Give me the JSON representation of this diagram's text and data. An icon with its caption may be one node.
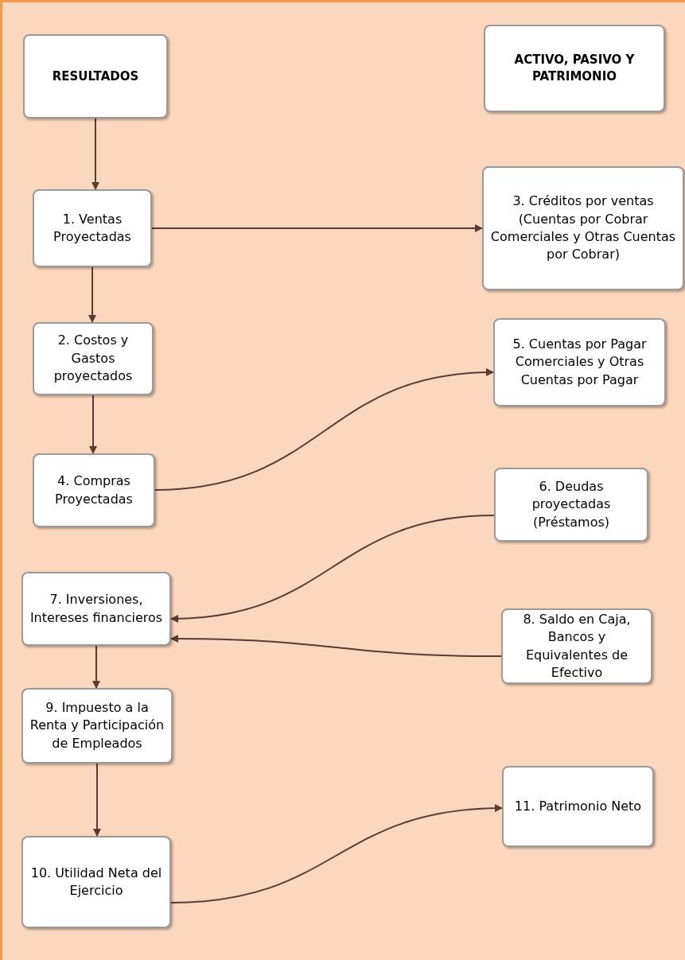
{
  "diagram": {
    "nodes": [
      {
        "text": [
          "RESULTADOS"
        ]
      },
      {
        "text": [
          "ACTIVO, PASIVO Y PATRIMONIO"
        ]
      },
      {
        "text": [
          "1. Ventas Proyectadas"
        ]
      },
      {
        "text": [
          "3. Créditos por ventas (Cuentas por Cobrar Comerciales y Otras Cuentas por Cobrar)"
        ]
      },
      {
        "text": [
          "2. Costos y Gastos proyectados"
        ]
      },
      {
        "text": [
          "5. Cuentas por Pagar Comerciales y Otras Cuentas por Pagar"
        ]
      },
      {
        "text": [
          "4. Compras Proyectadas"
        ]
      },
      {
        "text": [
          "6. Deudas proyectadas (Préstamos)"
        ]
      },
      {
        "text": [
          "7. Inversiones, Intereses financieros"
        ]
      },
      {
        "text": [
          "8. Saldo en Caja, Bancos y Equivalentes de Efectivo"
        ]
      },
      {
        "text": [
          "9. Impuesto a la Renta y Participación de Empleados"
        ]
      },
      {
        "text": [
          "11. Patrimonio Neto"
        ]
      },
      {
        "text": [
          "10. Utilidad Neta del Ejercicio"
        ]
      }
    ],
    "edges": [
      {
        "from": 0,
        "to": 2,
        "arrow": "to"
      },
      {
        "from": 2,
        "to": 3,
        "arrow": "to"
      },
      {
        "from": 2,
        "to": 4,
        "arrow": "to"
      },
      {
        "from": 4,
        "to": 6,
        "arrow": "to"
      },
      {
        "from": 6,
        "to": 5,
        "arrow": "to"
      },
      {
        "from": 7,
        "to": 8,
        "arrow": "to"
      },
      {
        "from": 9,
        "to": 8,
        "arrow": "to"
      },
      {
        "from": 8,
        "to": 10,
        "arrow": "to"
      },
      {
        "from": 10,
        "to": 12,
        "arrow": "to"
      },
      {
        "from": 12,
        "to": 11,
        "arrow": "to"
      }
    ]
  }
}
